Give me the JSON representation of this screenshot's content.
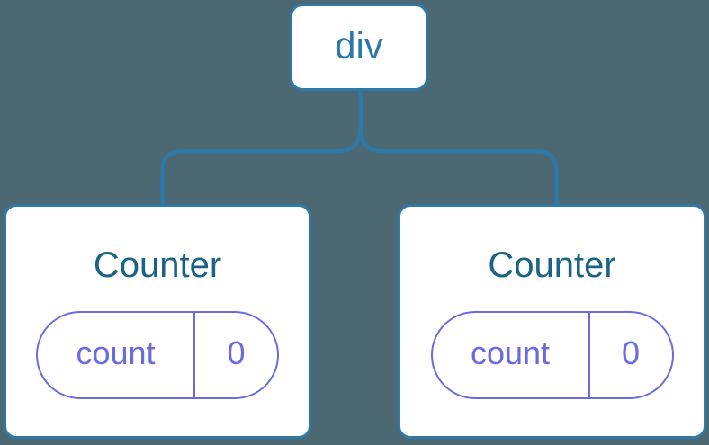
{
  "colors": {
    "background": "#4C6873",
    "line-blue": "#2E79A8",
    "component-title-blue": "#1B6284",
    "state-purple": "#6B6BDF",
    "node-bg": "#FFFFFF"
  },
  "tree": {
    "root": {
      "label": "div"
    },
    "children": [
      {
        "title": "Counter",
        "state": {
          "key": "count",
          "value": "0"
        }
      },
      {
        "title": "Counter",
        "state": {
          "key": "count",
          "value": "0"
        }
      }
    ]
  }
}
